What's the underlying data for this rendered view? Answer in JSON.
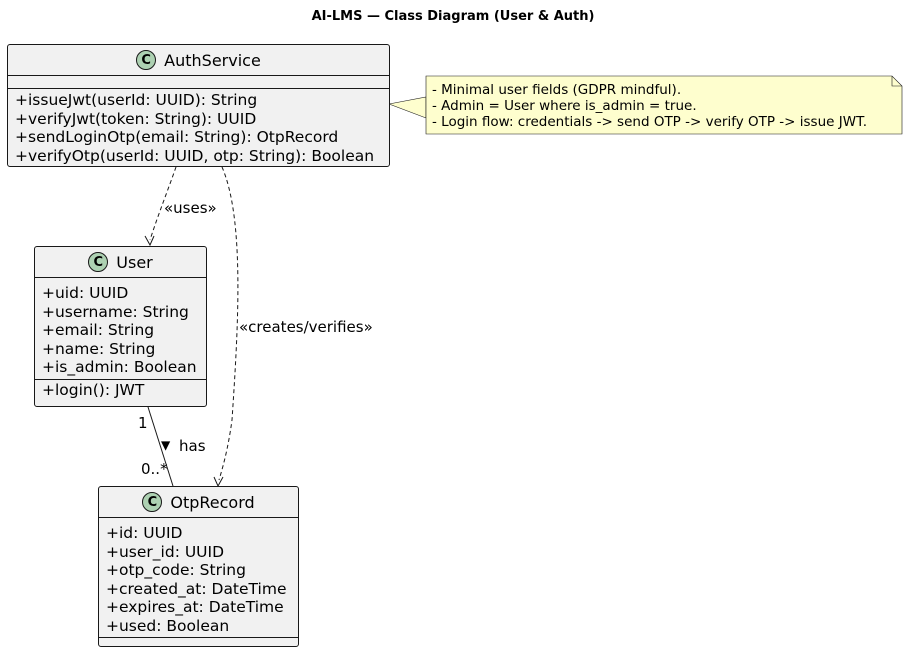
{
  "title": "AI-LMS — Class Diagram (User & Auth)",
  "classes": {
    "auth": {
      "badge": "C",
      "name": "AuthService",
      "fields": [],
      "methods": [
        "+issueJwt(userId: UUID): String",
        "+verifyJwt(token: String): UUID",
        "+sendLoginOtp(email: String): OtpRecord",
        "+verifyOtp(userId: UUID, otp: String): Boolean"
      ]
    },
    "user": {
      "badge": "C",
      "name": "User",
      "fields": [
        "+uid: UUID",
        "+username: String",
        "+email: String",
        "+name: String",
        "+is_admin: Boolean"
      ],
      "methods": [
        "+login(): JWT"
      ]
    },
    "otp": {
      "badge": "C",
      "name": "OtpRecord",
      "fields": [
        "+id: UUID",
        "+user_id: UUID",
        "+otp_code: String",
        "+created_at: DateTime",
        "+expires_at: DateTime",
        "+used: Boolean"
      ],
      "methods": []
    }
  },
  "relations": {
    "uses": "«uses»",
    "creates": "«creates/verifies»",
    "has": "has",
    "has_arrow": "▶",
    "mult_user": "1",
    "mult_otp": "0..*"
  },
  "note": {
    "lines": [
      "- Minimal user fields (GDPR mindful).",
      "- Admin = User where is_admin = true.",
      "- Login flow: credentials -> send OTP -> verify OTP -> issue JWT."
    ]
  },
  "colors": {
    "class_fill": "#f1f1f1",
    "badge_fill": "#add1b2",
    "note_fill": "#fefece",
    "line": "#181818"
  }
}
